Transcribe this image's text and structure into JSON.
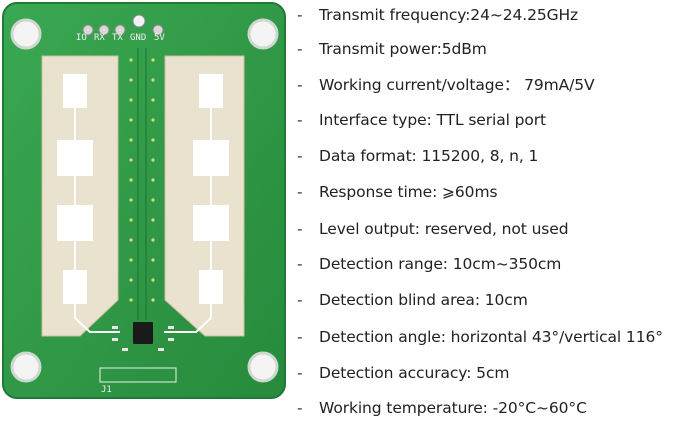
{
  "board": {
    "pin_labels": [
      "IO",
      "RX",
      "TX",
      "GND",
      "5V"
    ],
    "connector_label": "J1",
    "colors": {
      "pcb": "#2f9a45",
      "pcb_edge": "#1f7a35",
      "antenna": "#e9e2cf",
      "pad": "#ffffff",
      "hole": "#f4f4f4",
      "chip": "#1a1a1a"
    }
  },
  "specs": [
    {
      "dash": "-",
      "text": "Transmit frequency:24~24.25GHz"
    },
    {
      "dash": "-",
      "text": "Transmit power:5dBm"
    },
    {
      "dash": "-",
      "text": "Working current/voltage：  79mA/5V"
    },
    {
      "dash": "-",
      "text": "Interface type: TTL serial port"
    },
    {
      "dash": "-",
      "text": "Data format: 115200, 8, n, 1"
    },
    {
      "dash": "-",
      "text": "Response time: ⩾60ms"
    },
    {
      "dash": "-",
      "text": "Level output: reserved, not used"
    },
    {
      "dash": "-",
      "text": "Detection range: 10cm~350cm"
    },
    {
      "dash": "-",
      "text": "Detection blind area: 10cm"
    },
    {
      "dash": "-",
      "text": "Detection angle: horizontal 43°/vertical 116°"
    },
    {
      "dash": "-",
      "text": "Detection accuracy: 5cm"
    },
    {
      "dash": "-",
      "text": "Working temperature: -20°C~60°C"
    }
  ]
}
